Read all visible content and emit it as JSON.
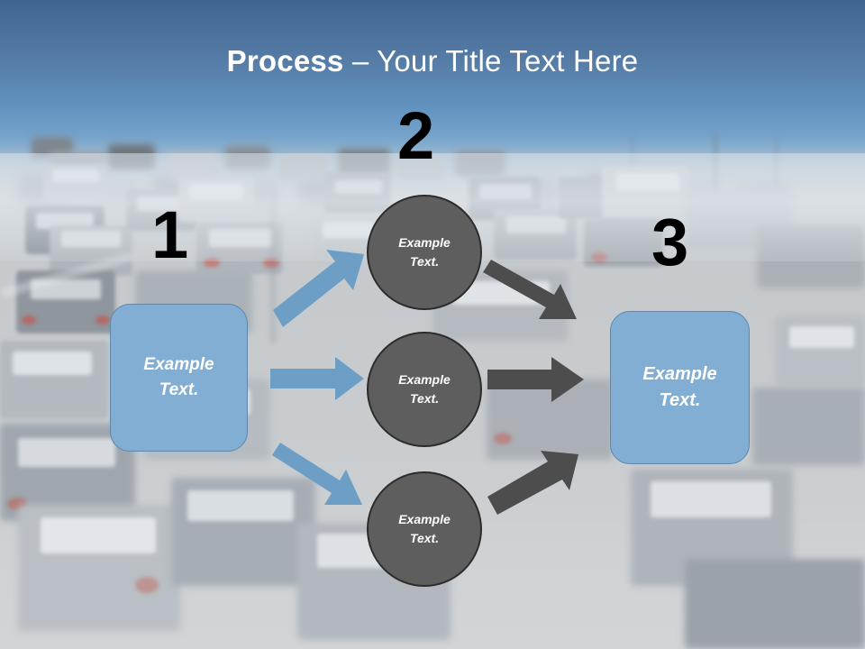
{
  "slide": {
    "title_bold": "Process",
    "title_rest": " – Your Title Text Here",
    "background_description": "traffic-jam-photo"
  },
  "colors": {
    "blue_box_fill": "#83aed3",
    "blue_box_border": "#5d87ac",
    "circle_fill": "#5e5e5e",
    "circle_border": "#2c2c2c",
    "blue_arrow": "#6a9bc3",
    "grey_arrow": "#4d4d4d",
    "title_text": "#ffffff",
    "step_number": "#000000",
    "sky_top": "#3f6690",
    "sky_bottom": "#a6bfd2"
  },
  "steps": [
    {
      "number": "1",
      "label": "Example\nText."
    },
    {
      "number": "2",
      "label": "Example\nText."
    },
    {
      "number": "3",
      "label": "Example\nText."
    }
  ],
  "nodes": {
    "start_box": {
      "line1": "Example",
      "line2": "Text."
    },
    "end_box": {
      "line1": "Example",
      "line2": "Text."
    },
    "circles": [
      {
        "line1": "Example",
        "line2": "Text."
      },
      {
        "line1": "Example",
        "line2": "Text."
      },
      {
        "line1": "Example",
        "line2": "Text."
      }
    ]
  },
  "arrows": {
    "blue": [
      {
        "name": "start-to-circle-1",
        "direction": "up-right"
      },
      {
        "name": "start-to-circle-2",
        "direction": "right"
      },
      {
        "name": "start-to-circle-3",
        "direction": "down-right"
      }
    ],
    "grey": [
      {
        "name": "circle-1-to-end",
        "direction": "down-right"
      },
      {
        "name": "circle-2-to-end",
        "direction": "right"
      },
      {
        "name": "circle-3-to-end",
        "direction": "up-right"
      }
    ]
  }
}
